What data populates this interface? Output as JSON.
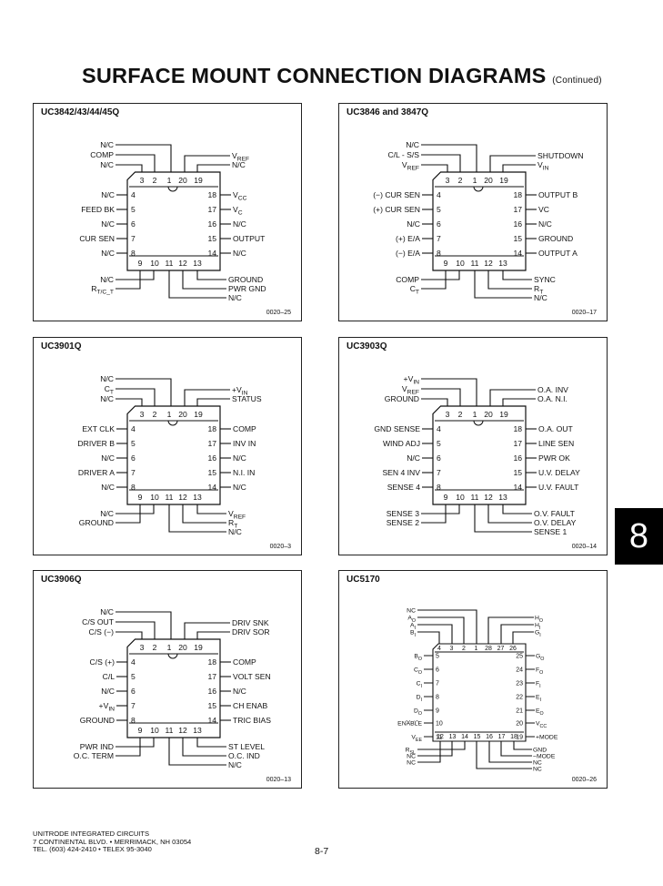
{
  "page": {
    "title": "SURFACE MOUNT CONNECTION DIAGRAMS",
    "title_suffix": "(Continued)",
    "section_tab": "8",
    "footer_lines": [
      "UNITRODE INTEGRATED CIRCUITS",
      "7 CONTINENTAL BLVD. • MERRIMACK, NH 03054",
      "TEL. (603) 424-2410 • TELEX 95-3040"
    ],
    "page_number": "8-7"
  },
  "diagrams": [
    {
      "id": "uc3842",
      "title": "UC3842/43/44/45Q",
      "code": "0020–25",
      "type": "20",
      "left": [
        "N/C",
        "FEED BK",
        "N/C",
        "CUR SEN",
        "N/C"
      ],
      "right": [
        "V_CC",
        "V_C",
        "N/C",
        "OUTPUT",
        "N/C"
      ],
      "top_left": [
        "N/C",
        "COMP",
        "N/C"
      ],
      "top_right": [
        "V_REF",
        "N/C"
      ],
      "bottom_left": [
        "N/C",
        "R_T/C_T"
      ],
      "bottom_right": [
        "GROUND",
        "PWR GND",
        "N/C"
      ]
    },
    {
      "id": "uc3846",
      "title": "UC3846 and 3847Q",
      "code": "0020–17",
      "type": "20",
      "left": [
        "(−) CUR SEN",
        "(+) CUR SEN",
        "N/C",
        "(+) E/A",
        "(−) E/A"
      ],
      "right": [
        "OUTPUT B",
        "VC",
        "N/C",
        "GROUND",
        "OUTPUT A"
      ],
      "top_left": [
        "N/C",
        "C/L - S/S",
        "V_REF"
      ],
      "top_right": [
        "SHUTDOWN",
        "V_IN"
      ],
      "bottom_left": [
        "COMP",
        "C_T"
      ],
      "bottom_right": [
        "SYNC",
        "R_T",
        "N/C"
      ]
    },
    {
      "id": "uc3901",
      "title": "UC3901Q",
      "code": "0020–3",
      "type": "20",
      "left": [
        "EXT CLK",
        "DRIVER B",
        "N/C",
        "DRIVER A",
        "N/C"
      ],
      "right": [
        "COMP",
        "INV IN",
        "N/C",
        "N.I. IN",
        "N/C"
      ],
      "top_left": [
        "N/C",
        "C_T",
        "N/C"
      ],
      "top_right": [
        "+V_IN",
        "STATUS"
      ],
      "bottom_left": [
        "N/C",
        "GROUND"
      ],
      "bottom_right": [
        "V_REF",
        "R_T",
        "N/C"
      ]
    },
    {
      "id": "uc3903",
      "title": "UC3903Q",
      "code": "0020–14",
      "type": "20",
      "left": [
        "GND SENSE",
        "WIND ADJ",
        "N/C",
        "SEN 4 INV",
        "SENSE 4"
      ],
      "right": [
        "O.A. OUT",
        "LINE SEN",
        "PWR OK",
        "U.V. DELAY",
        "U.V. FAULT"
      ],
      "top_left": [
        "+V_IN",
        "V_REF",
        "GROUND"
      ],
      "top_right": [
        "O.A. INV",
        "O.A. N.I."
      ],
      "bottom_left": [
        "SENSE 3",
        "SENSE 2"
      ],
      "bottom_right": [
        "O.V. FAULT",
        "O.V. DELAY",
        "SENSE 1"
      ]
    },
    {
      "id": "uc3906",
      "title": "UC3906Q",
      "code": "0020–13",
      "type": "20",
      "left": [
        "C/S (+)",
        "C/L",
        "N/C",
        "+V_IN",
        "GROUND"
      ],
      "right": [
        "COMP",
        "VOLT SEN",
        "N/C",
        "CH ENAB",
        "TRIC BIAS"
      ],
      "top_left": [
        "N/C",
        "C/S OUT",
        "C/S (−)"
      ],
      "top_right": [
        "DRIV SNK",
        "DRIV SOR"
      ],
      "bottom_left": [
        "PWR IND",
        "O.C. TERM"
      ],
      "bottom_right": [
        "ST LEVEL",
        "O.C. IND",
        "N/C"
      ]
    },
    {
      "id": "uc5170",
      "title": "UC5170",
      "code": "0020–26",
      "type": "28",
      "left": [
        "B_O",
        "C_O",
        "C_I",
        "D_I",
        "D_O",
        "ENABLE",
        "V_EE"
      ],
      "right": [
        "G_O",
        "F_O",
        "F_I",
        "E_I",
        "E_O",
        "V_CC",
        "+MODE"
      ],
      "top_left": [
        "NC",
        "A_O",
        "A_I",
        "B_I"
      ],
      "top_right": [
        "H_O",
        "H_I",
        "G_I"
      ],
      "bottom_left": [
        "R_SL",
        "NC",
        "NC"
      ],
      "bottom_right": [
        "GND",
        "−MODE",
        "NC",
        "NC"
      ]
    }
  ]
}
